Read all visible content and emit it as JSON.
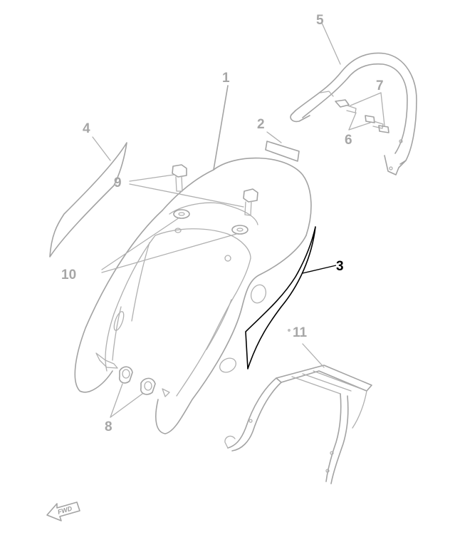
{
  "labels": {
    "part_1": "1",
    "part_2": "2",
    "part_3": "3",
    "part_4": "4",
    "part_5": "5",
    "part_6": "6",
    "part_7": "7",
    "part_8": "8",
    "part_9": "9",
    "part_10": "10",
    "part_11": "11"
  },
  "fwd_text": "FWD",
  "colors": {
    "line_gray": "#a3a3a3",
    "label_gray": "#a6a6a6",
    "highlight": "#000000"
  }
}
